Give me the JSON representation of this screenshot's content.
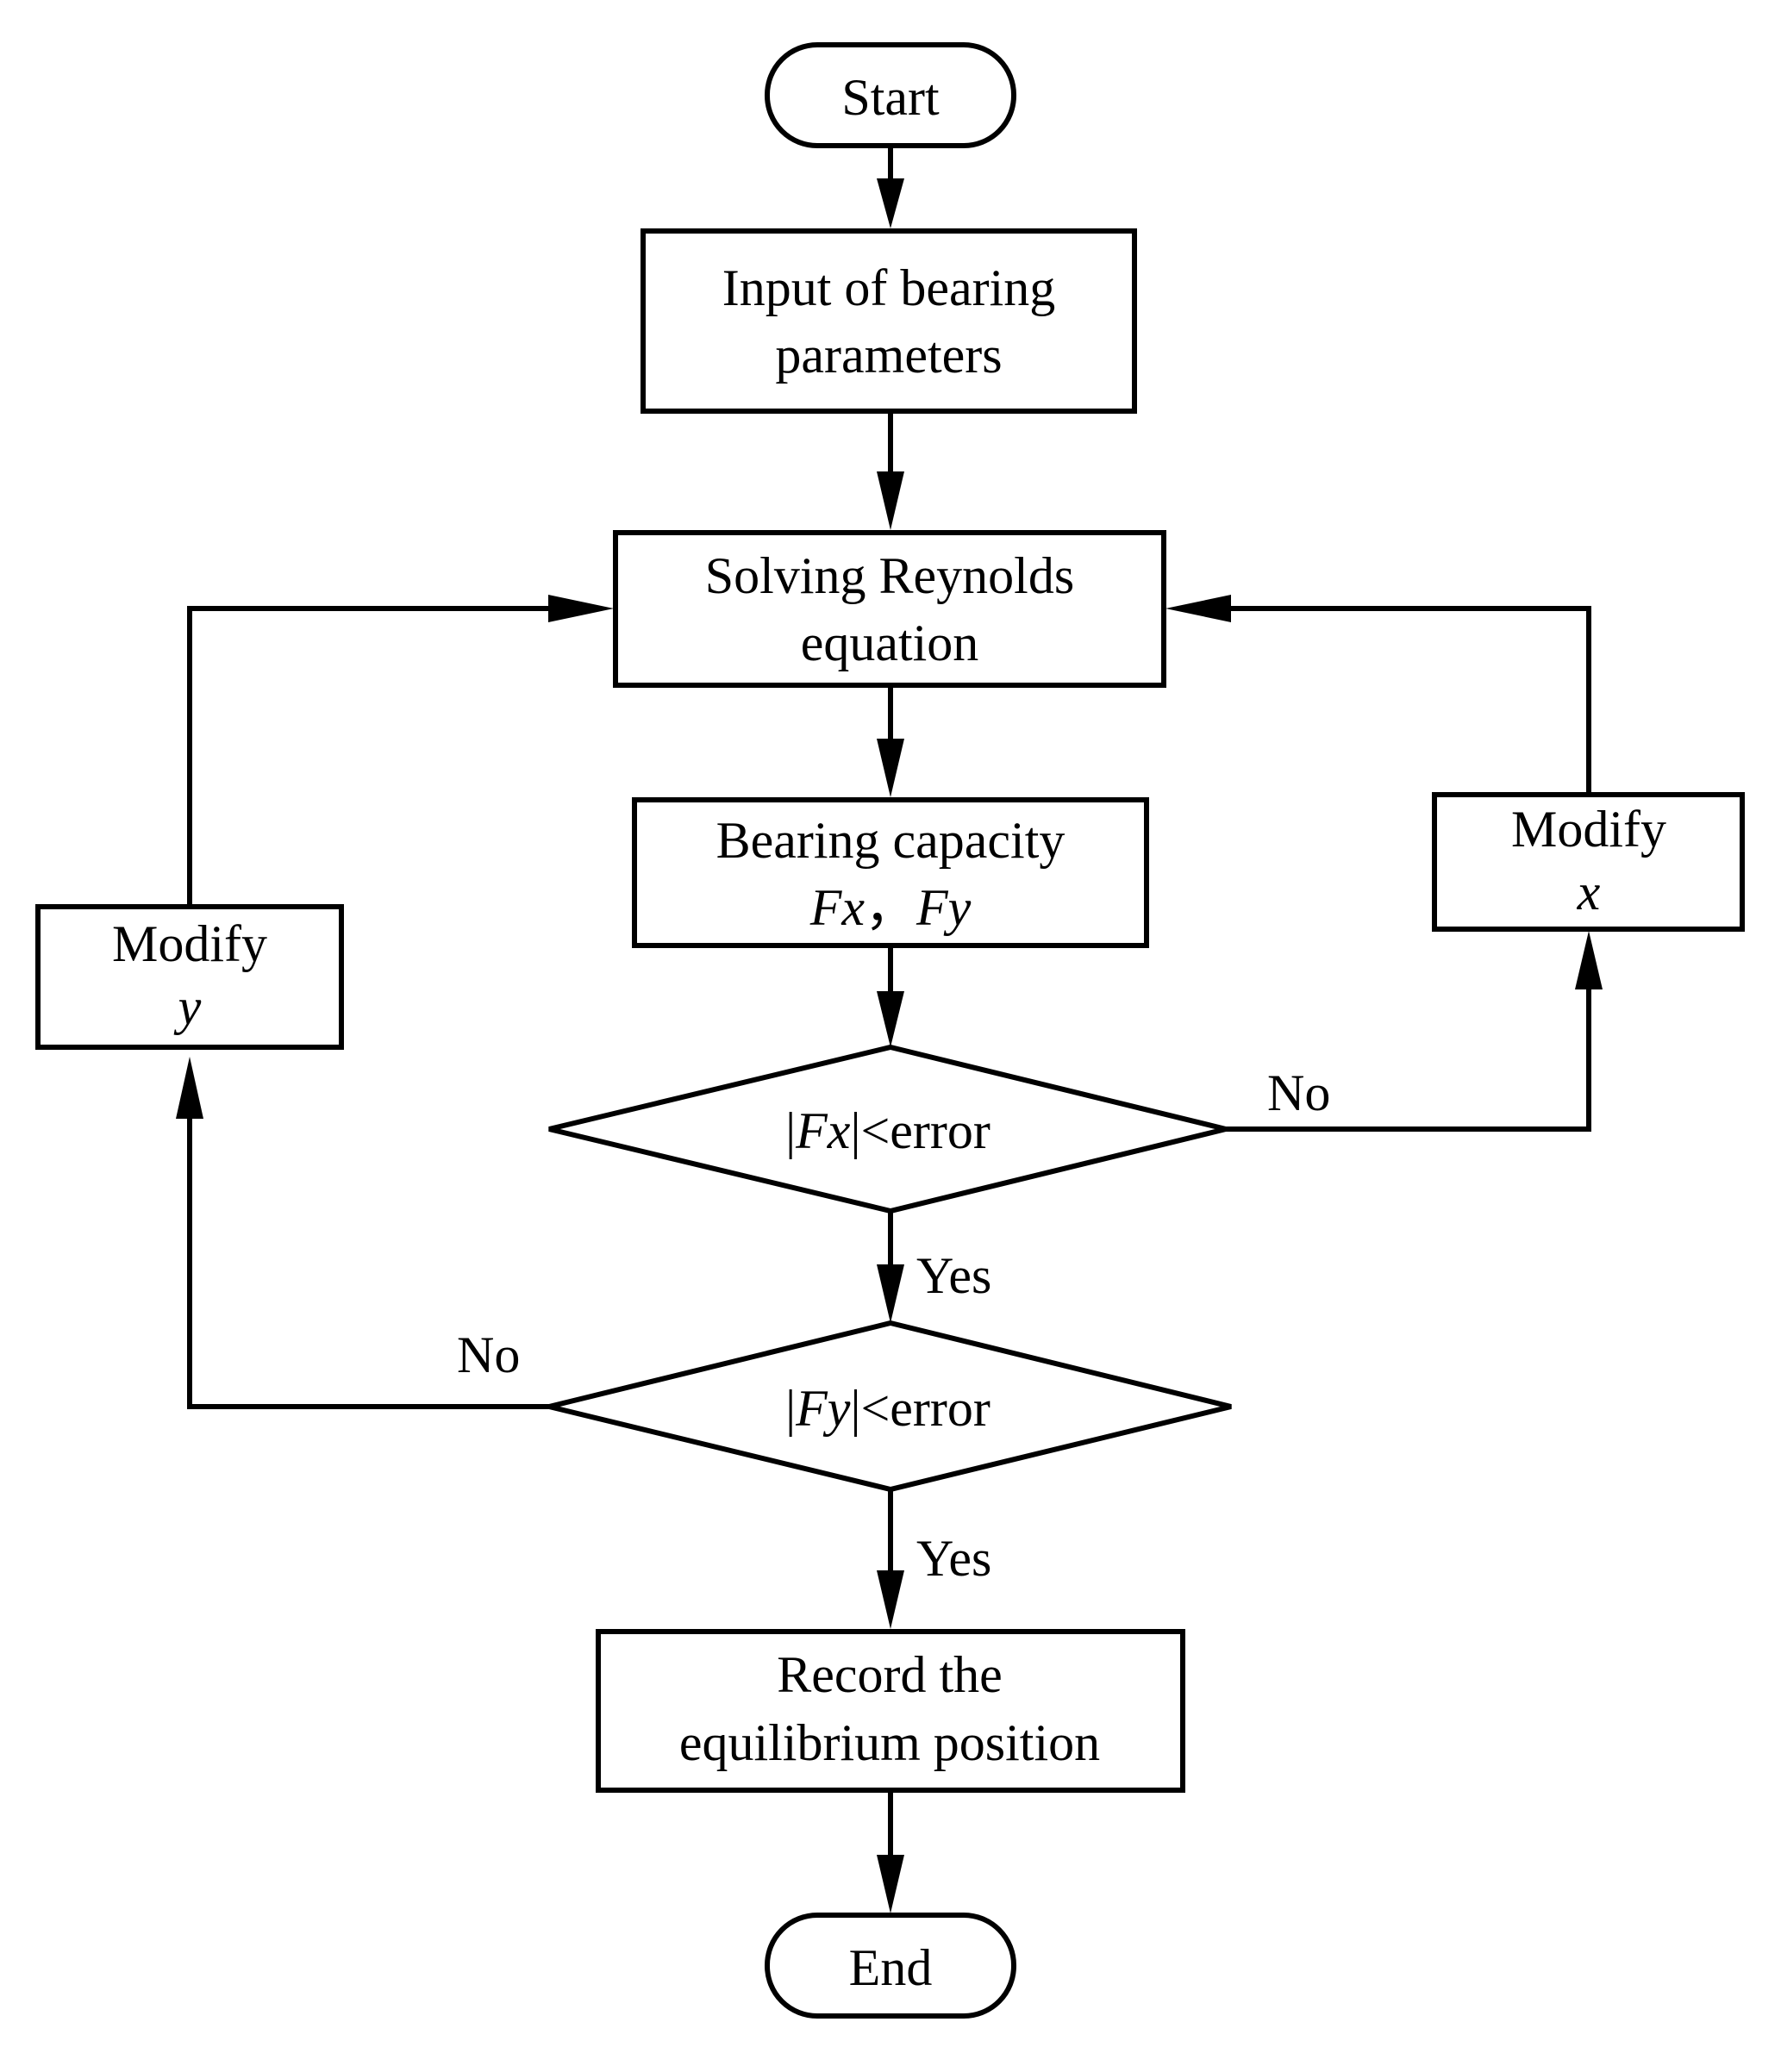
{
  "nodes": {
    "start": {
      "label": "Start"
    },
    "input": {
      "line1": "Input of bearing",
      "line2": "parameters"
    },
    "solve": {
      "line1": "Solving Reynolds",
      "line2": "equation"
    },
    "capacity": {
      "line1": "Bearing capacity",
      "fx": "Fx",
      "sep": "，",
      "fy": "Fy"
    },
    "check_fx": {
      "bar_open": "|",
      "var": "Fx",
      "rest": "|<error"
    },
    "check_fy": {
      "bar_open": "|",
      "var": "Fy",
      "rest": "|<error"
    },
    "modify_x": {
      "line1": "Modify",
      "var": "x"
    },
    "modify_y": {
      "line1": "Modify",
      "var": "y"
    },
    "record": {
      "line1": "Record the",
      "line2": "equilibrium position"
    },
    "end": {
      "label": "End"
    }
  },
  "edge_labels": {
    "fx_no": "No",
    "fx_yes": "Yes",
    "fy_no": "No",
    "fy_yes": "Yes"
  }
}
